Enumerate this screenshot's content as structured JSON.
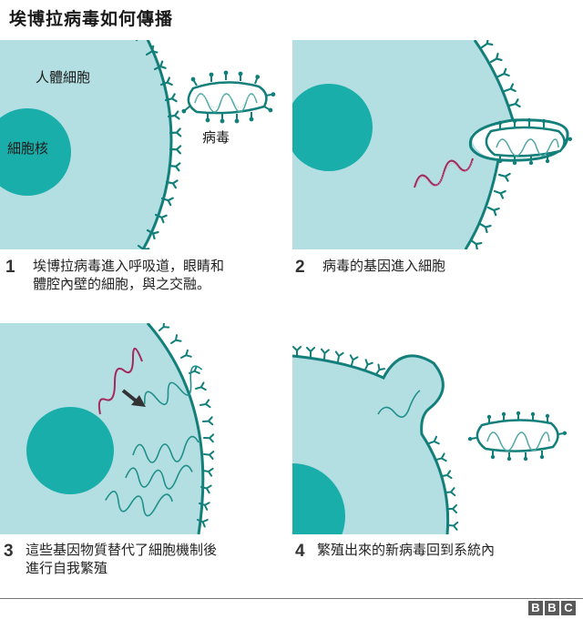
{
  "title": "埃博拉病毒如何傳播",
  "colors": {
    "cell": "#b3dfe3",
    "nucleus": "#1aaeaa",
    "membrane": "#137f7b",
    "viral_rna": "#a3285c",
    "arrow": "#333333"
  },
  "panels": [
    {
      "step": "1",
      "caption": "埃博拉病毒進入呼吸道，眼睛和\n體腔內壁的細胞，與之交融。",
      "labels": {
        "cell": "人體細胞",
        "nucleus": "細胞核",
        "virus": "病毒"
      }
    },
    {
      "step": "2",
      "caption": "病毒的基因進入細胞"
    },
    {
      "step": "3",
      "caption": "這些基因物質替代了細胞機制後\n進行自我繁殖"
    },
    {
      "step": "4",
      "caption": "繁殖出來的新病毒回到系統內"
    }
  ],
  "footer": {
    "logo": [
      "B",
      "B",
      "C"
    ]
  }
}
